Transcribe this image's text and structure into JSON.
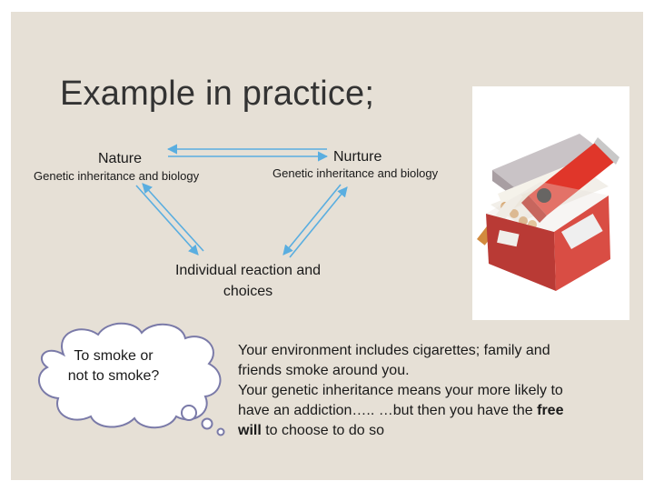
{
  "title": "Example in practice;",
  "diagram": {
    "nature": "Nature",
    "nurture": "Nurture",
    "nature_sub": "Genetic inheritance and biology",
    "nurture_sub": "Genetic inheritance and biology",
    "reaction_line1": "Individual reaction and",
    "reaction_line2": "choices"
  },
  "thought": {
    "line1": "To smoke or",
    "line2": "not to smoke?"
  },
  "paragraph": {
    "line1": "Your environment includes cigarettes; family and",
    "line2": "friends smoke around you.",
    "line3": "Your genetic inheritance means your more likely to",
    "line4": "have an addiction….. …but then you have the",
    "bold": "free",
    "line5_bold": "will",
    "line5_rest": "to choose to do so"
  },
  "image_subject": "cigarette pack with red lighter",
  "colors": {
    "background": "#e6e0d6",
    "arrow": "#5aaee0",
    "cloud_fill": "#ffffff",
    "cloud_stroke": "#7a7aa8"
  }
}
